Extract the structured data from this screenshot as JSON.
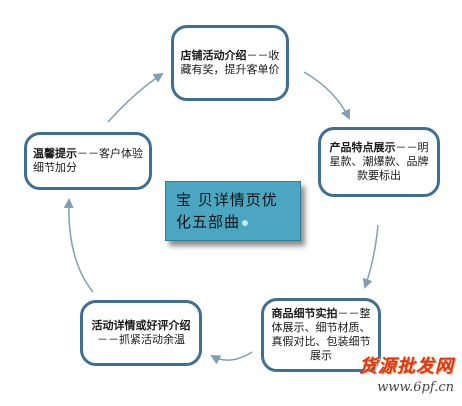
{
  "center": {
    "line1": "宝 贝详情页优",
    "line2": "化五部曲"
  },
  "nodes": {
    "top": {
      "title": "店铺活动介绍",
      "rest": "－－收藏有奖，提升客单价"
    },
    "right": {
      "title": "产品特点展示",
      "rest": "－－明星款、潮爆款、品牌款要标出"
    },
    "bottom_right": {
      "title": "商品细节实拍",
      "rest": "－－整体展示、细节材质、真假对比、包装细节展示"
    },
    "bottom_left": {
      "title": "活动详情或好评介绍",
      "rest": "－－抓紧活动余温"
    },
    "left": {
      "title": "温馨提示",
      "rest": "－－客户体验细节加分"
    }
  },
  "watermark": {
    "name": "货源批发网",
    "url": "www.6pf.cn"
  },
  "colors": {
    "node_border": "#3f6f95",
    "arrow": "#7f9fb8",
    "center_fill": "#4aa6c1",
    "watermark": "#d63a12"
  }
}
